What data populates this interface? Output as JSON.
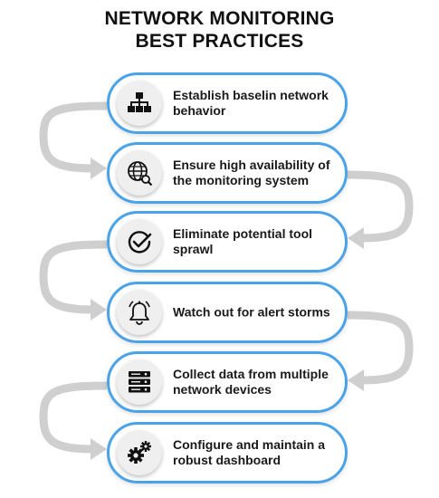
{
  "title": {
    "line1": "NETWORK MONITORING",
    "line2": "BEST PRACTICES"
  },
  "colors": {
    "card_border": "#4aa3e8",
    "connector": "#cfcfcf",
    "icon_bg": "#efefef",
    "icon": "#111111"
  },
  "steps": [
    {
      "text": "Establish baselin network behavior",
      "icon": "network-hierarchy-icon"
    },
    {
      "text": "Ensure high availability of the monitoring system",
      "icon": "globe-search-icon"
    },
    {
      "text": "Eliminate potential tool sprawl",
      "icon": "check-circle-icon"
    },
    {
      "text": "Watch out for alert storms",
      "icon": "alarm-bell-icon"
    },
    {
      "text": "Collect data from multiple network devices",
      "icon": "server-stack-icon"
    },
    {
      "text": "Configure and maintain a robust dashboard",
      "icon": "gears-icon"
    }
  ]
}
